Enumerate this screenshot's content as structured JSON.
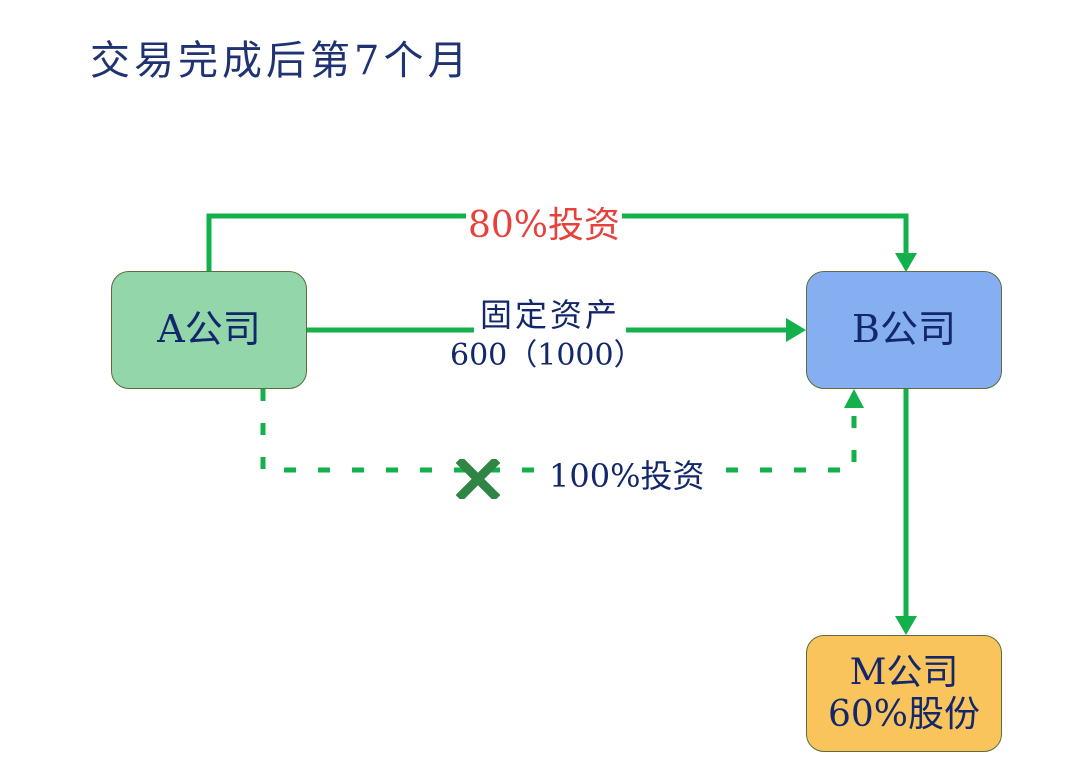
{
  "title": "交易完成后第7个月",
  "nodes": {
    "a": {
      "label": "A公司",
      "color": "#92d6aa"
    },
    "b": {
      "label": "B公司",
      "color": "#86aff2"
    },
    "m": {
      "label_line1": "M公司",
      "label_line2": "60%股份",
      "color": "#f9c45c"
    }
  },
  "edges": {
    "a_to_b_investment": {
      "label": "80%投资",
      "label_color": "#e8403a",
      "style": "solid"
    },
    "a_to_b_asset": {
      "label": "固定资产",
      "value_label": "600（1000）",
      "style": "solid"
    },
    "a_to_b_direct_investment": {
      "label": "100%投资",
      "style": "dashed",
      "status": "cancelled",
      "status_icon": "cross-icon"
    },
    "b_to_m": {
      "style": "solid"
    }
  },
  "colors": {
    "edge": "#13b14b",
    "cross": "#2f8543",
    "text": "#13276b"
  }
}
